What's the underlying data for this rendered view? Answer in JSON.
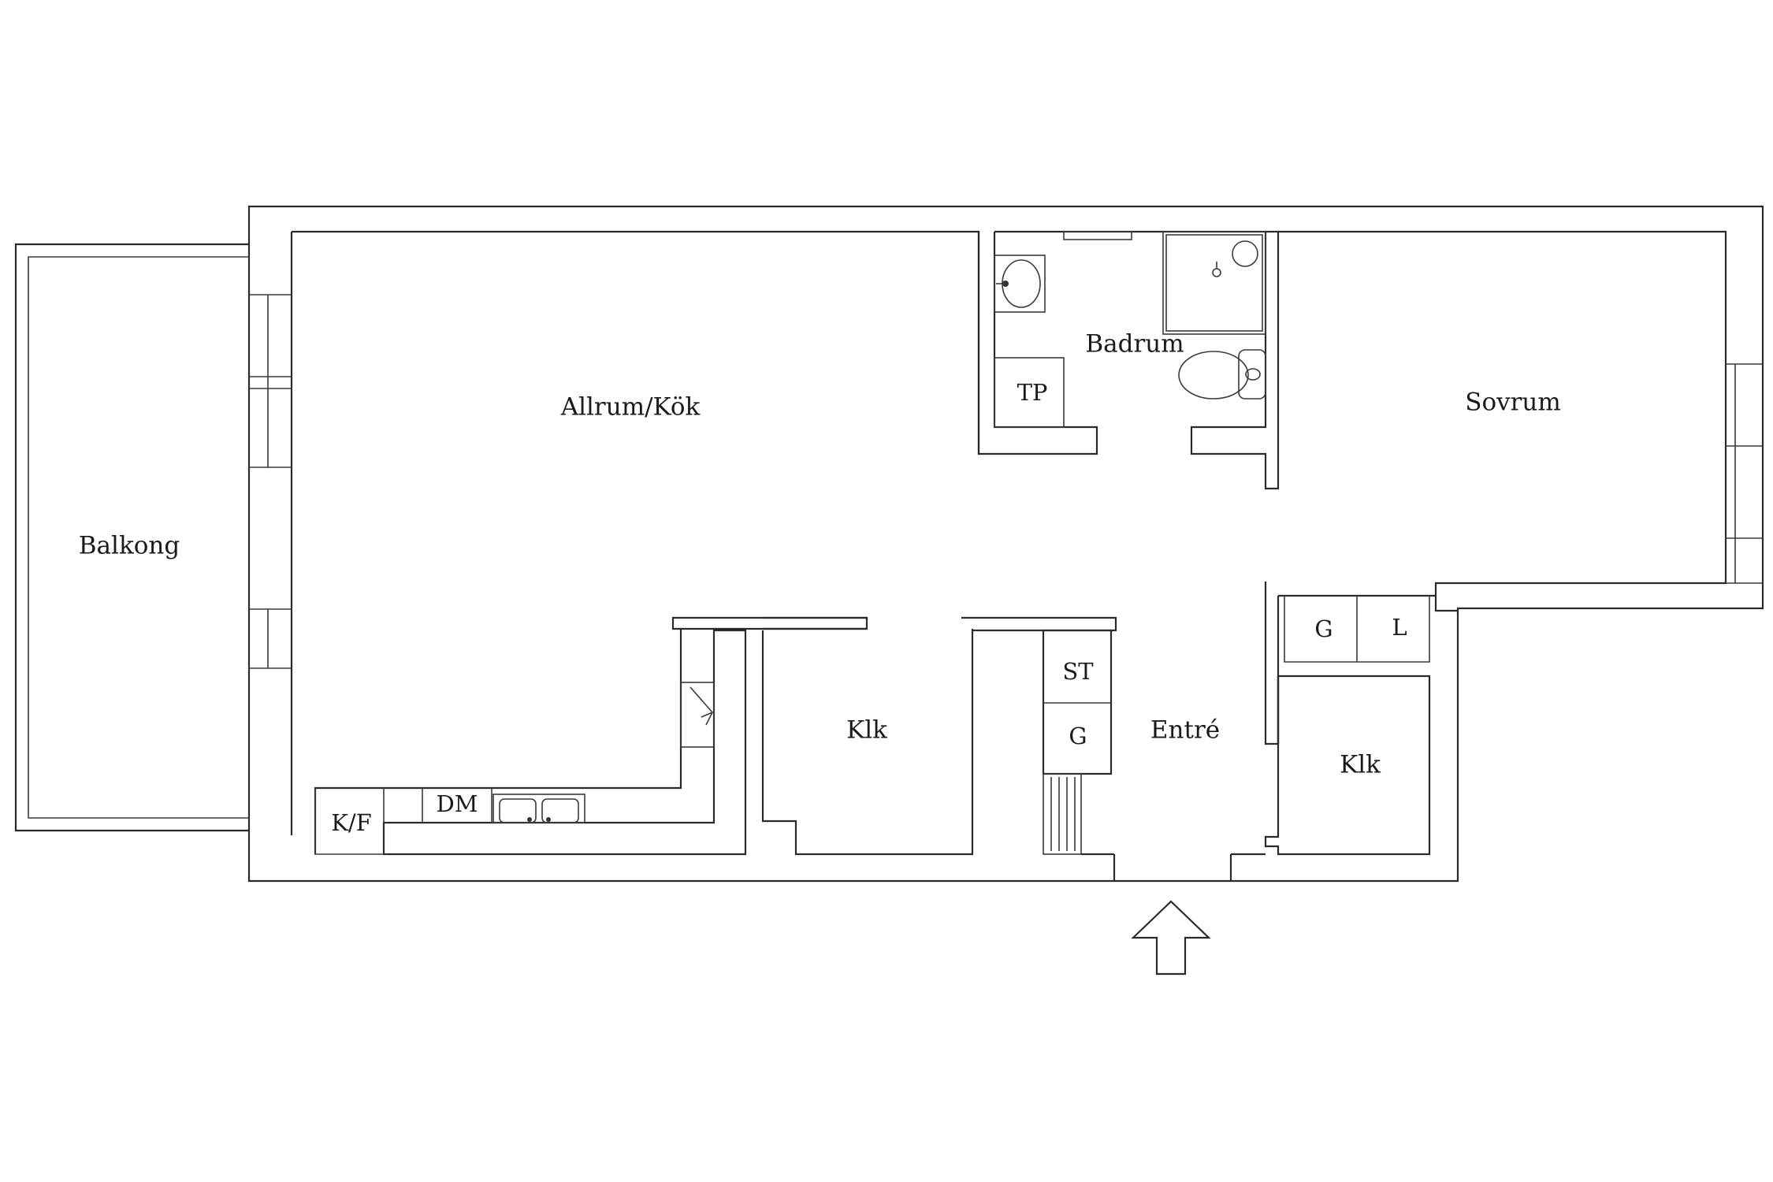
{
  "rooms": {
    "balcony": "Balkong",
    "living_kitchen": "Allrum/Kök",
    "bathroom": "Badrum",
    "bedroom": "Sovrum",
    "entrance": "Entré",
    "closet_left": "Klk",
    "closet_right": "Klk"
  },
  "fixtures": {
    "toilet_paper": "TP",
    "fridge_freezer": "K/F",
    "dishwasher": "DM",
    "storage": "ST",
    "wardrobe_entrance": "G",
    "wardrobe_bedroom": "G",
    "linen": "L"
  },
  "icons": {
    "entry": "entry-arrow-icon",
    "sink": "sink-icon",
    "toilet": "toilet-icon",
    "shower": "shower-icon",
    "kitchen_sink": "kitchen-sink-icon",
    "radiator": "radiator-icon"
  }
}
